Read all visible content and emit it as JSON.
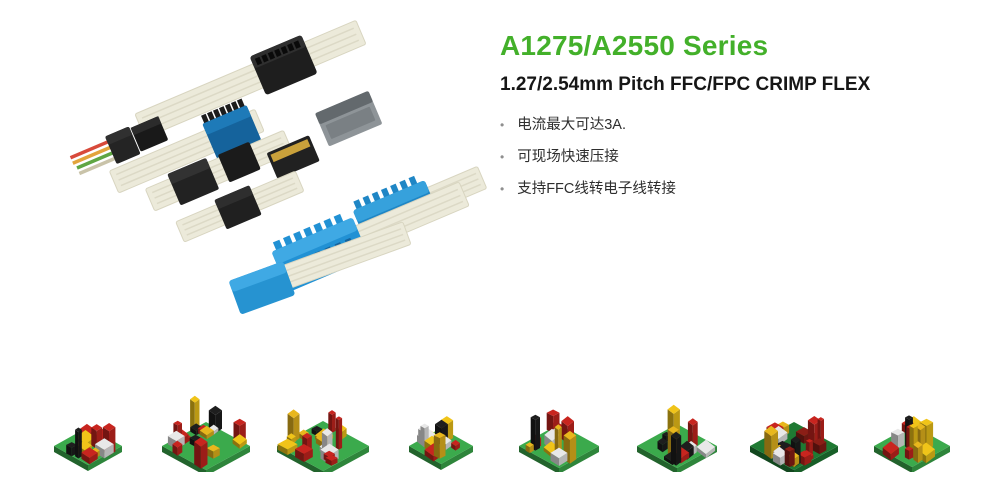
{
  "hero": {
    "title": "A1275/A2550 Series",
    "subtitle": "1.27/2.54mm Pitch FFC/FPC CRIMP FLEX",
    "bullet_marker": "•",
    "bullets": [
      "电流最大可达3A.",
      "可现场快速压接",
      "支持FFC线转电子线转接"
    ]
  },
  "colors": {
    "accent_green": "#43b02a",
    "text_dark": "#161616",
    "bullet_gray": "#8f8f8f",
    "ribbon_beige": "#ECEADA",
    "connector_blue": "#2191D4",
    "connector_black": "#1E1E1E",
    "pcb_green": "#3BAA4C"
  },
  "gallery": {
    "items": [
      {
        "name": "pcb-assembly-thumbnail-1"
      },
      {
        "name": "pcb-assembly-thumbnail-2"
      },
      {
        "name": "pcb-assembly-thumbnail-3"
      },
      {
        "name": "pcb-assembly-thumbnail-4"
      },
      {
        "name": "pcb-assembly-thumbnail-5"
      },
      {
        "name": "pcb-assembly-thumbnail-6"
      },
      {
        "name": "pcb-assembly-thumbnail-7"
      },
      {
        "name": "pcb-assembly-thumbnail-8"
      }
    ]
  }
}
